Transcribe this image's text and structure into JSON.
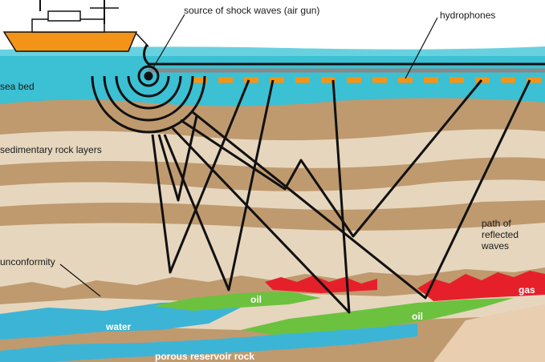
{
  "labels": {
    "source": "source of shock waves (air gun)",
    "hydrophones": "hydrophones",
    "sea_bed": "sea bed",
    "sedimentary": "sedimentary rock layers",
    "path": "path of reflected waves",
    "unconformity": "unconformity",
    "oil_left": "oil",
    "oil_right": "oil",
    "gas": "gas",
    "water": "water",
    "porous": "porous reservoir rock"
  },
  "colors": {
    "sky": "#ffffff",
    "sea": "#3cc0d3",
    "rock_dark": "#bf9a6f",
    "rock_light": "#e6d6bd",
    "oil": "#6cc23e",
    "gas": "#e6202b",
    "water_layer": "#3cb4d6",
    "ship_hull": "#f39418",
    "hydrophone": "#f39418",
    "wave_line": "#111111"
  },
  "icons": [
    "survey-ship-icon",
    "air-gun-wave-icon",
    "hydrophone-streamer-icon"
  ]
}
